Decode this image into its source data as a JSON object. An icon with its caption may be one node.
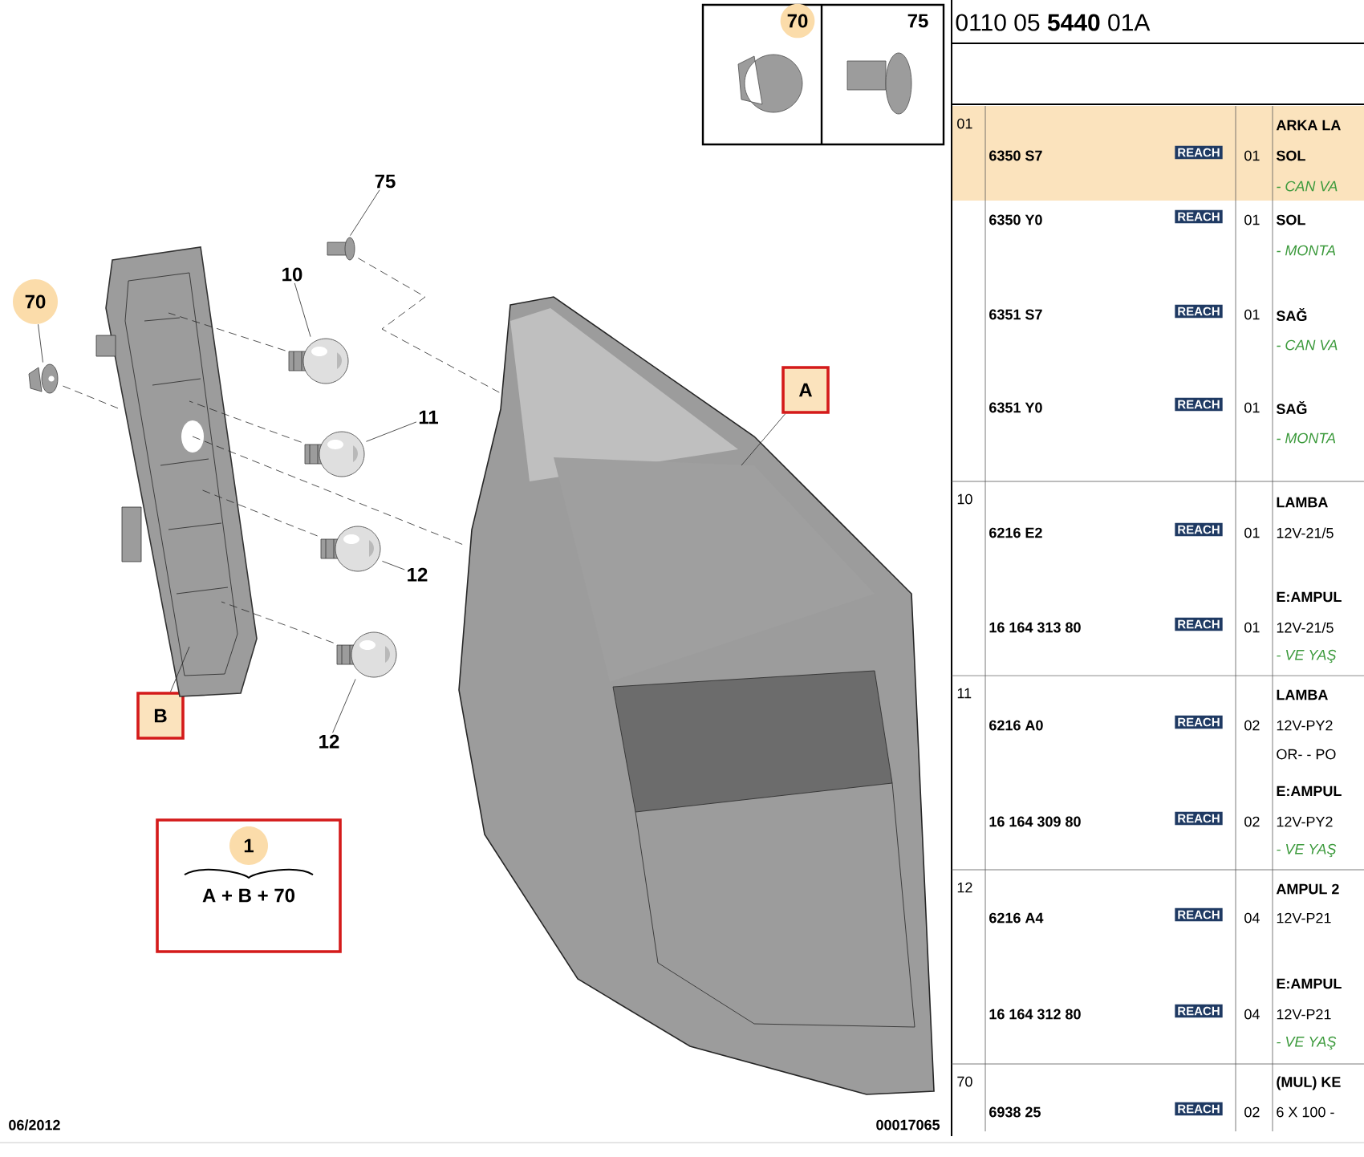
{
  "diagram": {
    "nodes": [
      {
        "text": [
          "70"
        ]
      },
      {
        "text": [],
        "shape": "picture"
      },
      {
        "text": [
          "75"
        ]
      },
      {
        "text": [],
        "shape": "picture"
      },
      {
        "text": [
          "10"
        ]
      },
      {
        "text": [],
        "shape": "picture"
      },
      {
        "text": [
          "11"
        ]
      },
      {
        "text": [],
        "shape": "picture"
      },
      {
        "text": [
          "12"
        ]
      },
      {
        "text": [],
        "shape": "picture"
      },
      {
        "text": [
          "12"
        ]
      },
      {
        "text": [],
        "shape": "picture"
      },
      {
        "text": [
          "A"
        ]
      },
      {
        "text": [],
        "shape": "picture"
      },
      {
        "text": [
          "B"
        ]
      },
      {
        "text": [],
        "shape": "picture"
      },
      {
        "text": [
          "1",
          "A + B + 70"
        ]
      }
    ],
    "edges": [
      {
        "from": 0,
        "to": 1,
        "arrow": "none"
      },
      {
        "from": 2,
        "to": 3,
        "arrow": "none"
      },
      {
        "from": 4,
        "to": 5,
        "arrow": "none"
      },
      {
        "from": 6,
        "to": 7,
        "arrow": "none"
      },
      {
        "from": 8,
        "to": 9,
        "arrow": "none"
      },
      {
        "from": 10,
        "to": 11,
        "arrow": "none"
      },
      {
        "from": 12,
        "to": 13,
        "arrow": "none"
      },
      {
        "from": 14,
        "to": 15,
        "arrow": "none"
      },
      {
        "from": 1,
        "to": 15,
        "arrow": "none",
        "style": "dashed"
      },
      {
        "from": 5,
        "to": 15,
        "arrow": "none",
        "style": "dashed"
      },
      {
        "from": 7,
        "to": 15,
        "arrow": "none",
        "style": "dashed"
      },
      {
        "from": 9,
        "to": 15,
        "arrow": "none",
        "style": "dashed"
      },
      {
        "from": 11,
        "to": 15,
        "arrow": "none",
        "style": "dashed"
      },
      {
        "from": 3,
        "to": 13,
        "arrow": "none",
        "style": "dashed"
      },
      {
        "from": 15,
        "to": 13,
        "arrow": "none",
        "style": "dashed"
      }
    ],
    "labels": [
      "0110 05 **5440** 01A",
      "01",
      "ARKA LA",
      "6350 S7",
      "REACH",
      "01",
      "SOL",
      "- CAN VA",
      "6350 Y0",
      "REACH",
      "01",
      "SOL",
      "- MONTA",
      "6351 S7",
      "REACH",
      "01",
      "SAĞ",
      "- CAN VA",
      "6351 Y0",
      "REACH",
      "01",
      "SAĞ",
      "- MONTA",
      "10",
      "LAMBA",
      "6216 E2",
      "REACH",
      "01",
      "12V-21/5",
      "E:AMPUL",
      "16 164 313 80",
      "REACH",
      "01",
      "12V-21/5",
      "- VE YAŞ",
      "11",
      "LAMBA",
      "6216 A0",
      "REACH",
      "02",
      "12V-PY2",
      "OR- - PO",
      "E:AMPUL",
      "16 164 309 80",
      "REACH",
      "02",
      "12V-PY2",
      "- VE YAŞ",
      "12",
      "AMPUL 2",
      "6216 A4",
      "REACH",
      "04",
      "12V-P21",
      "E:AMPUL",
      "16 164 312 80",
      "REACH",
      "04",
      "12V-P21",
      "- VE YAŞ",
      "70",
      "(MUL) KE",
      "6938 25",
      "REACH",
      "02",
      "6 X 100 -",
      "06/2012",
      "00017065",
      "70",
      "75"
    ]
  }
}
